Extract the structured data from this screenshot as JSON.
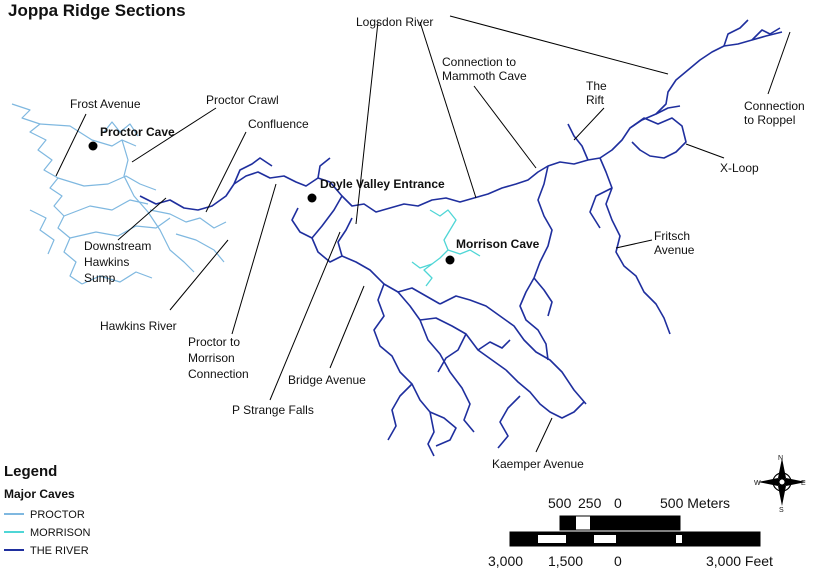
{
  "title": "Joppa Ridge Sections",
  "labels": {
    "logsdon_river": "Logsdon River",
    "connection_mammoth_1": "Connection to",
    "connection_mammoth_2": "Mammoth Cave",
    "the_rift_1": "The",
    "the_rift_2": "Rift",
    "connection_roppel_1": "Connection",
    "connection_roppel_2": "to Roppel",
    "x_loop": "X-Loop",
    "fritsch_1": "Fritsch",
    "fritsch_2": "Avenue",
    "frost_avenue": "Frost Avenue",
    "proctor_crawl": "Proctor Crawl",
    "confluence": "Confluence",
    "downstream_1": "Downstream",
    "downstream_2": "Hawkins",
    "downstream_3": "Sump",
    "hawkins_river": "Hawkins River",
    "proctor_morrison_1": "Proctor to",
    "proctor_morrison_2": "Morrison",
    "proctor_morrison_3": "Connection",
    "bridge_avenue": "Bridge Avenue",
    "p_strange_falls": "P Strange Falls",
    "kaemper_avenue": "Kaemper Avenue"
  },
  "places": {
    "proctor_cave": "Proctor Cave",
    "doyle_valley": "Doyle Valley Entrance",
    "morrison_cave": "Morrison Cave"
  },
  "legend": {
    "title": "Legend",
    "subtitle": "Major Caves",
    "items": [
      {
        "label": "PROCTOR",
        "color": "#7fb8e0"
      },
      {
        "label": "MORRISON",
        "color": "#4fd6d6"
      },
      {
        "label": "THE RIVER",
        "color": "#1f2f9e"
      }
    ]
  },
  "scale": {
    "meters_ticks": [
      "500",
      "250",
      "0",
      "500 Meters"
    ],
    "feet_ticks": [
      "3,000",
      "1,500",
      "0",
      "3,000 Feet"
    ]
  },
  "compass": {
    "n": "N",
    "s": "S",
    "e": "E",
    "w": "W"
  }
}
